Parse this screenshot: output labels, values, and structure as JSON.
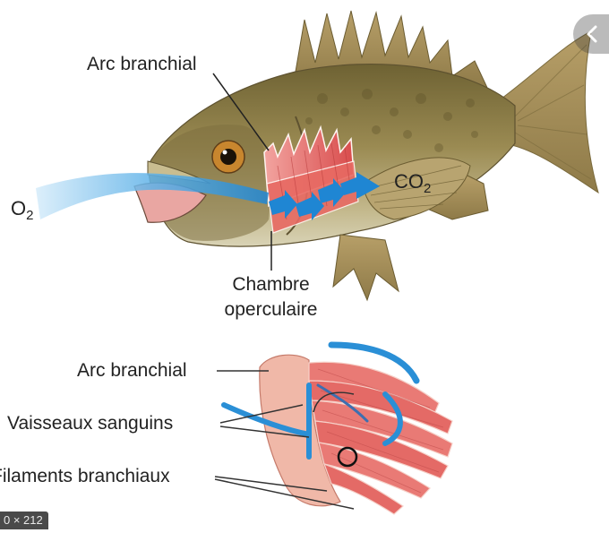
{
  "labels": {
    "arc_top": "Arc branchial",
    "chambre_line1": "Chambre",
    "chambre_line2": "operculaire",
    "arc_bottom": "Arc branchial",
    "vaisseaux": "Vaisseaux sanguins",
    "filaments": "Filaments branchiaux"
  },
  "gases": {
    "in_symbol": "O",
    "in_sub": "2",
    "out_symbol": "CO",
    "out_sub": "2"
  },
  "overlay": {
    "size_badge": "0 × 212",
    "nav_icon": "chevron-left-icon"
  },
  "colors": {
    "water_flow": "#2a8fd6",
    "gill": "#e05a5a",
    "fish_body": "#8a7a45",
    "fish_belly": "#c9c3a2"
  }
}
